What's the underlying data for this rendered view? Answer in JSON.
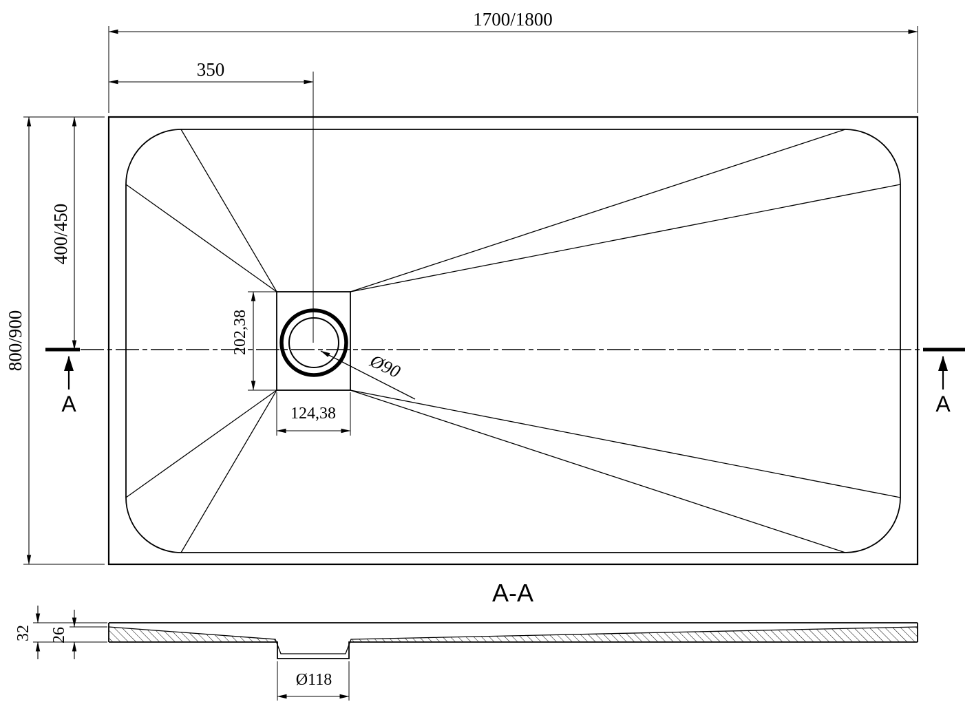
{
  "top_view": {
    "dim_width": "1700/1800",
    "dim_drain_offset_x": "350",
    "dim_height": "800/900",
    "dim_center_offset_y": "400/450",
    "dim_drain_plate_height": "202,38",
    "dim_drain_plate_width": "124,38",
    "dim_drain_diameter": "Ø90",
    "section_label_left": "A",
    "section_label_right": "A"
  },
  "section_view": {
    "title": "A-A",
    "dim_edge_height": "32",
    "dim_inner_height": "26",
    "dim_drain_hole_diameter": "Ø118"
  },
  "colors": {
    "line": "#000000",
    "background": "#ffffff"
  }
}
